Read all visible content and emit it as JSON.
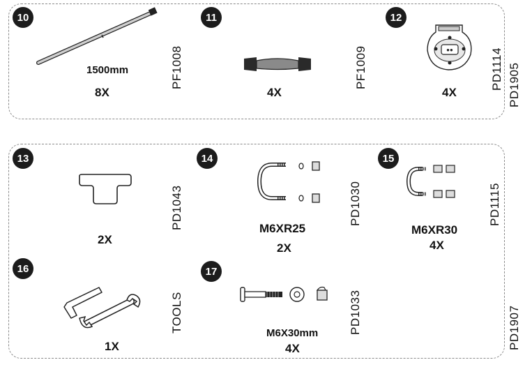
{
  "panel_top": {
    "items": [
      {
        "number": "10",
        "length": "1500mm",
        "quantity": "8X",
        "code": "PF1008",
        "icon": "rod-icon"
      },
      {
        "number": "11",
        "quantity": "4X",
        "code": "PF1009",
        "icon": "strap-icon"
      },
      {
        "number": "12",
        "quantity": "4X",
        "code": "PD1114",
        "icon": "mount-plate-icon"
      }
    ],
    "panel_code": "PD1905"
  },
  "panel_bottom": {
    "items": [
      {
        "number": "13",
        "quantity": "2X",
        "code": "PD1043",
        "icon": "t-bracket-icon"
      },
      {
        "number": "14",
        "size": "M6XR25",
        "quantity": "2X",
        "code": "PD1030",
        "icon": "u-bolt-icon"
      },
      {
        "number": "15",
        "size": "M6XR30",
        "quantity": "4X",
        "code": "PD1115",
        "icon": "u-bolt-icon"
      },
      {
        "number": "16",
        "quantity": "1X",
        "code": "TOOLS",
        "icon": "hex-key-wrench-icon"
      },
      {
        "number": "17",
        "size": "M6X30mm",
        "quantity": "4X",
        "code": "PD1033",
        "icon": "bolt-washer-nut-icon"
      }
    ],
    "panel_code": "PD1907"
  }
}
